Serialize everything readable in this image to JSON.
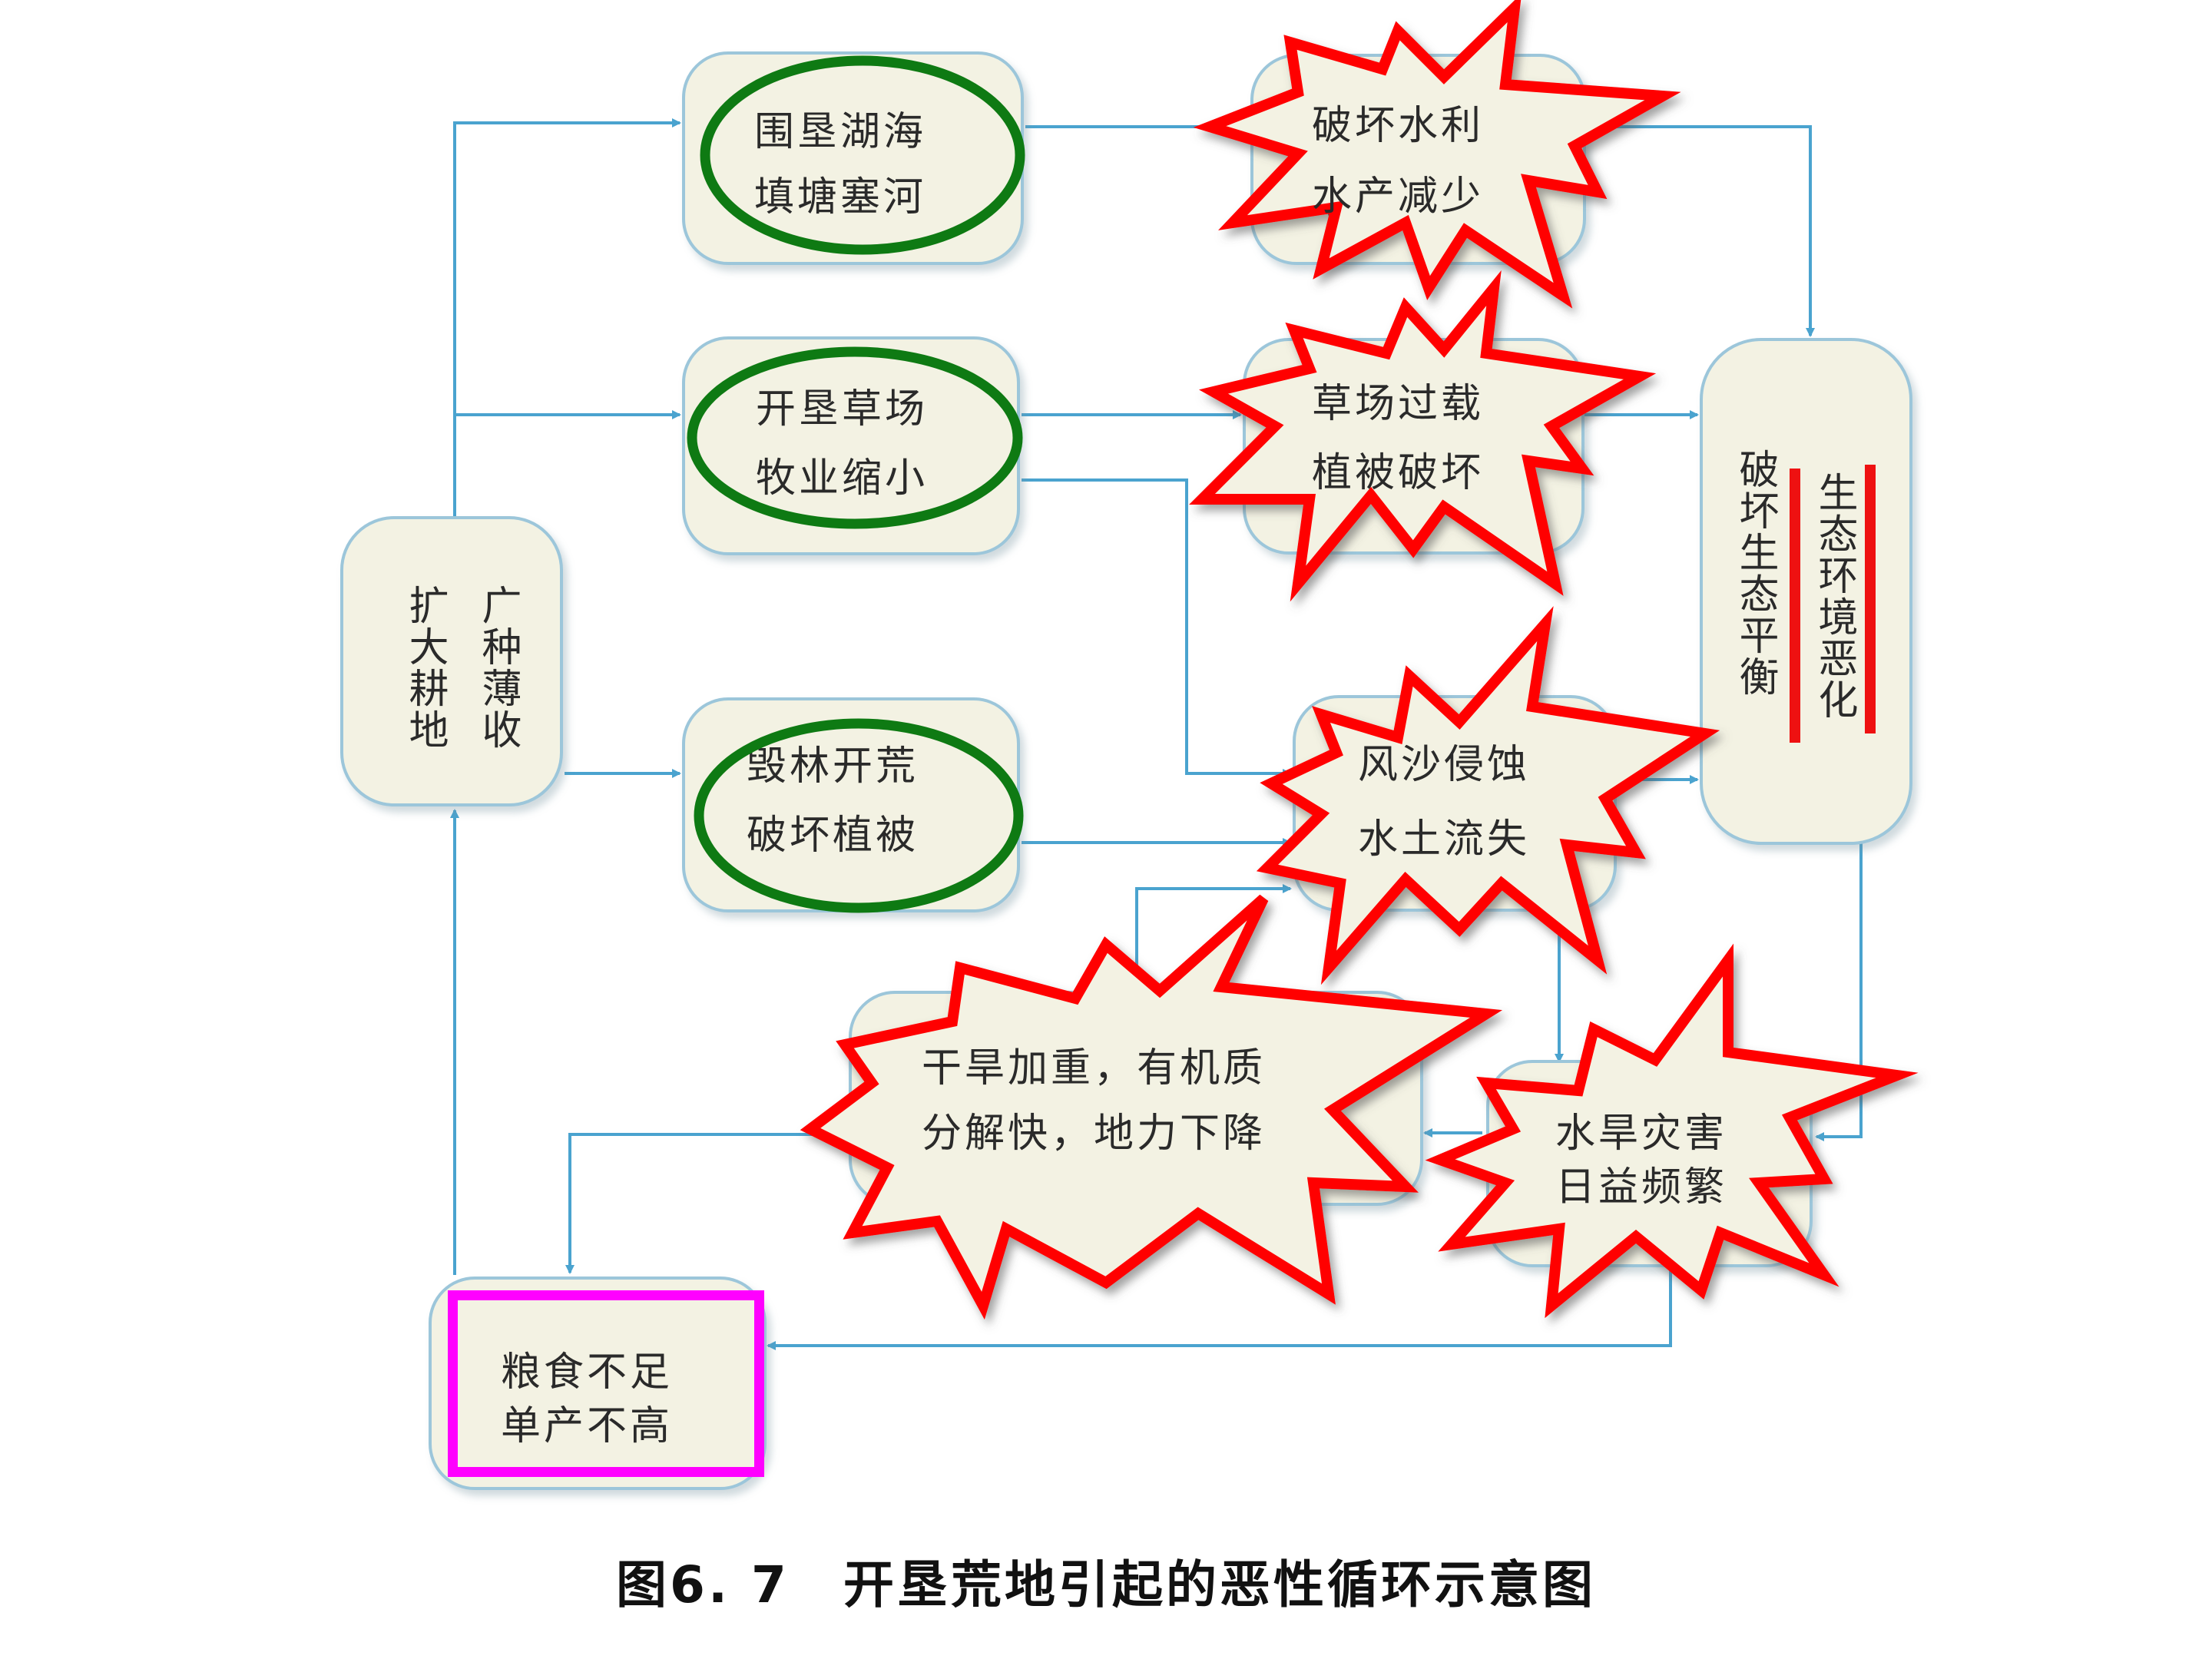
{
  "nodes": {
    "expand": {
      "col1": "扩大耕地",
      "col2": "广种薄收"
    },
    "reclaim_lakes": {
      "line1": "围垦湖海",
      "line2": "填塘塞河"
    },
    "reclaim_grass": {
      "line1": "开垦草场",
      "line2": "牧业缩小"
    },
    "deforest": {
      "line1": "毁林开荒",
      "line2": "破坏植被"
    },
    "water_damage": {
      "line1": "破坏水利",
      "line2": "水产减少"
    },
    "overgraze": {
      "line1": "草场过载",
      "line2": "植被破坏"
    },
    "erosion": {
      "line1": "风沙侵蚀",
      "line2": "水土流失"
    },
    "eco": {
      "col1": "破坏生态平衡",
      "col2": "生态环境恶化"
    },
    "drought": {
      "line1": "干旱加重，有机质",
      "line2": "分解快，地力下降"
    },
    "disaster": {
      "line1": "水旱灾害",
      "line2": "日益频繁"
    },
    "grain": {
      "line1": "粮食不足",
      "line2": "单产不高"
    }
  },
  "caption": "图6. 7　开垦荒地引起的恶性循环示意图",
  "colors": {
    "node_fill": "#f3f2e3",
    "node_border": "#9cc6da",
    "arrow": "#4aa3cf",
    "green_circle": "#0e7a13",
    "starburst": "#ff0000",
    "magenta_box": "#ff00ff"
  }
}
